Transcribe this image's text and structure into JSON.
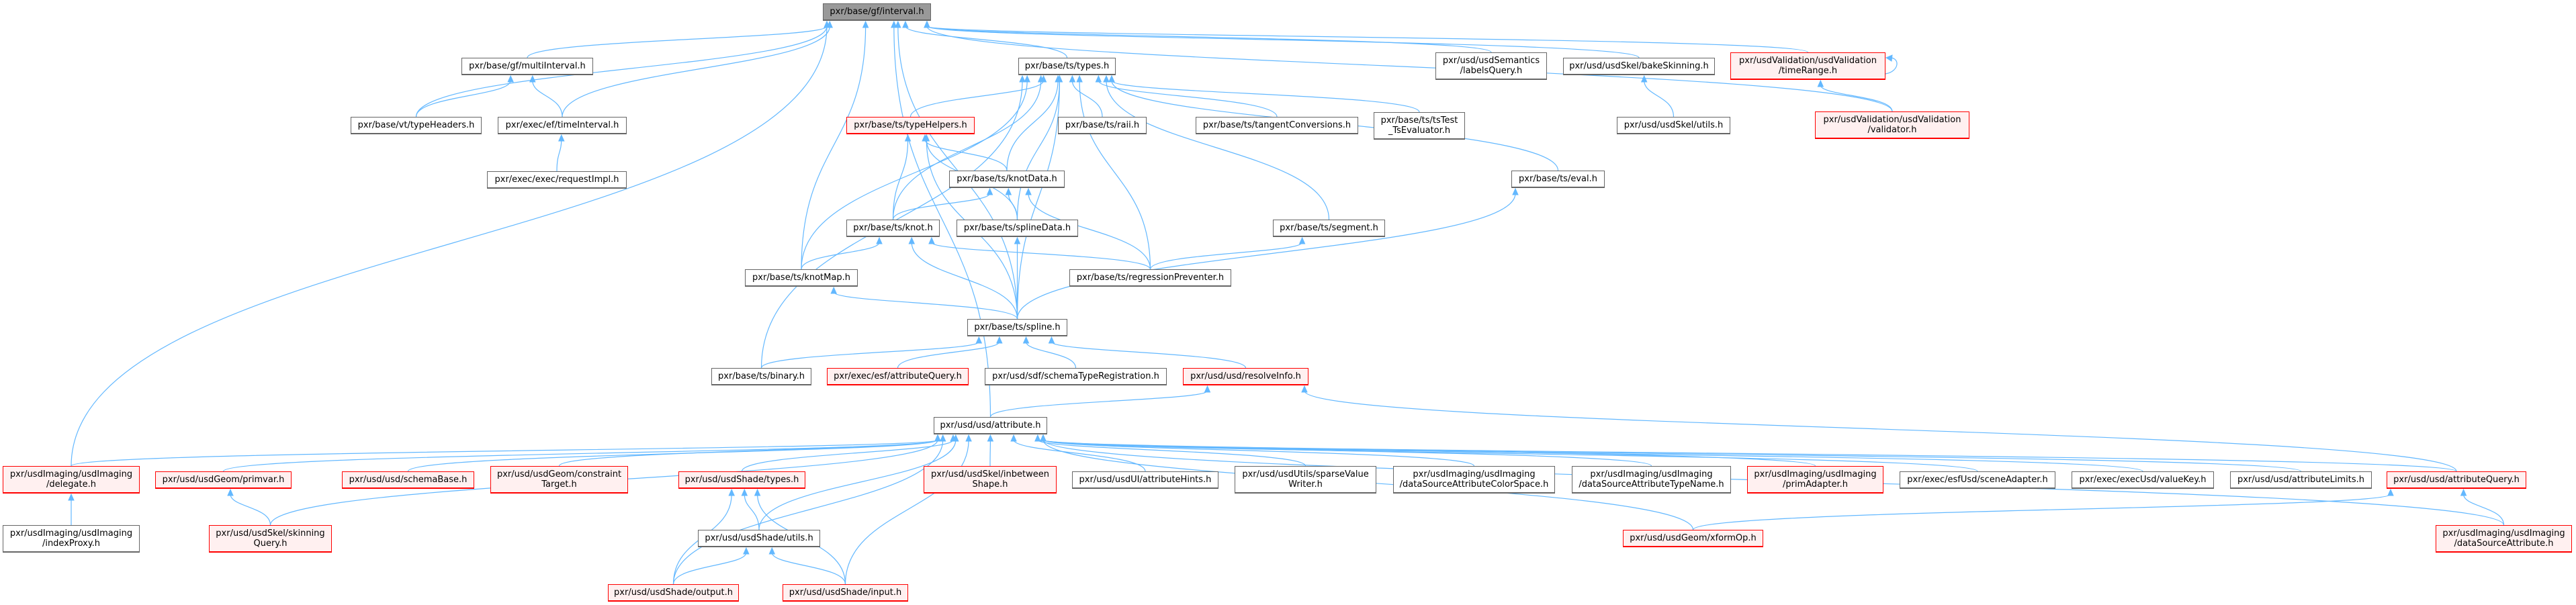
{
  "diagram": {
    "title": "Include dependency graph: pxr/base/gf/interval.h (files that include this file)",
    "colors": {
      "edge": "#63b8ff",
      "root_fill": "#999999",
      "node_border": "#666666",
      "incomplete_border": "#ff0000",
      "incomplete_fill": "#fff0f0"
    },
    "nodes": {
      "root": "pxr/base/gf/interval.h",
      "multiInterval": "pxr/base/gf/multiInterval.h",
      "typeHeaders": "pxr/base/vt/typeHeaders.h",
      "timeInterval": "pxr/exec/ef/timeInterval.h",
      "requestImpl": "pxr/exec/exec/requestImpl.h",
      "tsTypes": "pxr/base/ts/types.h",
      "labelsQuery": "pxr/usd/usdSemantics\n/labelsQuery.h",
      "bakeSkinning": "pxr/usd/usdSkel/bakeSkinning.h",
      "timeRange": "pxr/usdValidation/usdValidation\n/timeRange.h",
      "typeHelpers": "pxr/base/ts/typeHelpers.h",
      "raii": "pxr/base/ts/raii.h",
      "tangentConversions": "pxr/base/ts/tangentConversions.h",
      "tsTest": "pxr/base/ts/tsTest\n_TsEvaluator.h",
      "skelUtils": "pxr/usd/usdSkel/utils.h",
      "validator": "pxr/usdValidation/usdValidation\n/validator.h",
      "knotData": "pxr/base/ts/knotData.h",
      "eval": "pxr/base/ts/eval.h",
      "knot": "pxr/base/ts/knot.h",
      "splineData": "pxr/base/ts/splineData.h",
      "segment": "pxr/base/ts/segment.h",
      "knotMap": "pxr/base/ts/knotMap.h",
      "regressionPreventer": "pxr/base/ts/regressionPreventer.h",
      "spline": "pxr/base/ts/spline.h",
      "binary": "pxr/base/ts/binary.h",
      "esfAttributeQuery": "pxr/exec/esf/attributeQuery.h",
      "schemaTypeRegistration": "pxr/usd/sdf/schemaTypeRegistration.h",
      "resolveInfo": "pxr/usd/usd/resolveInfo.h",
      "attribute": "pxr/usd/usd/attribute.h",
      "delegate": "pxr/usdImaging/usdImaging\n/delegate.h",
      "primvar": "pxr/usd/usdGeom/primvar.h",
      "schemaBase": "pxr/usd/usd/schemaBase.h",
      "constraintTarget": "pxr/usd/usdGeom/constraint\nTarget.h",
      "shadeTypes": "pxr/usd/usdShade/types.h",
      "inbetweenShape": "pxr/usd/usdSkel/inbetween\nShape.h",
      "attributeHints": "pxr/usd/usdUI/attributeHints.h",
      "sparseValueWriter": "pxr/usd/usdUtils/sparseValue\nWriter.h",
      "dsColorSpace": "pxr/usdImaging/usdImaging\n/dataSourceAttributeColorSpace.h",
      "dsTypeName": "pxr/usdImaging/usdImaging\n/dataSourceAttributeTypeName.h",
      "primAdapter": "pxr/usdImaging/usdImaging\n/primAdapter.h",
      "sceneAdapter": "pxr/exec/esfUsd/sceneAdapter.h",
      "valueKey": "pxr/exec/execUsd/valueKey.h",
      "attributeLimits": "pxr/usd/usd/attributeLimits.h",
      "usdAttributeQuery": "pxr/usd/usd/attributeQuery.h",
      "indexProxy": "pxr/usdImaging/usdImaging\n/indexProxy.h",
      "skinningQuery": "pxr/usd/usdSkel/skinning\nQuery.h",
      "shadeUtils": "pxr/usd/usdShade/utils.h",
      "xformOp": "pxr/usd/usdGeom/xformOp.h",
      "dataSourceAttribute": "pxr/usdImaging/usdImaging\n/dataSourceAttribute.h",
      "shadeOutput": "pxr/usd/usdShade/output.h",
      "shadeInput": "pxr/usd/usdShade/input.h"
    }
  }
}
